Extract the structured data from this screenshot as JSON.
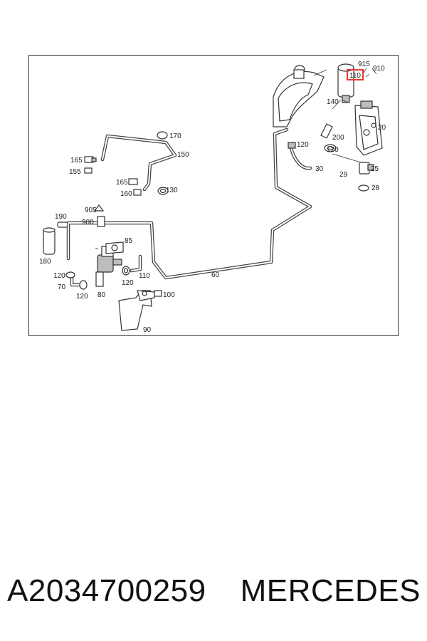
{
  "diagram": {
    "highlight_color": "#e53935",
    "labels": {
      "l915": "915",
      "l910": "910",
      "l110_top": "110",
      "l140": "140",
      "l20": "20",
      "l200": "200",
      "l120_a": "120",
      "l120_b": "120",
      "l30": "30",
      "l29": "29",
      "l25": "25",
      "l28": "28",
      "l170": "170",
      "l150": "150",
      "l165_a": "165",
      "l155": "155",
      "l165_b": "165",
      "l160": "160",
      "l130": "130",
      "l905": "905",
      "l190": "190",
      "l900": "900",
      "l85": "85",
      "l180": "180",
      "l120_c": "120",
      "l70": "70",
      "l120_d": "120",
      "l80": "80",
      "l120_e": "120",
      "l110_mid": "110",
      "l60": "60",
      "l100": "100",
      "l90": "90"
    }
  },
  "caption": {
    "part_number": "A2034700259",
    "brand": "MERCEDES"
  }
}
